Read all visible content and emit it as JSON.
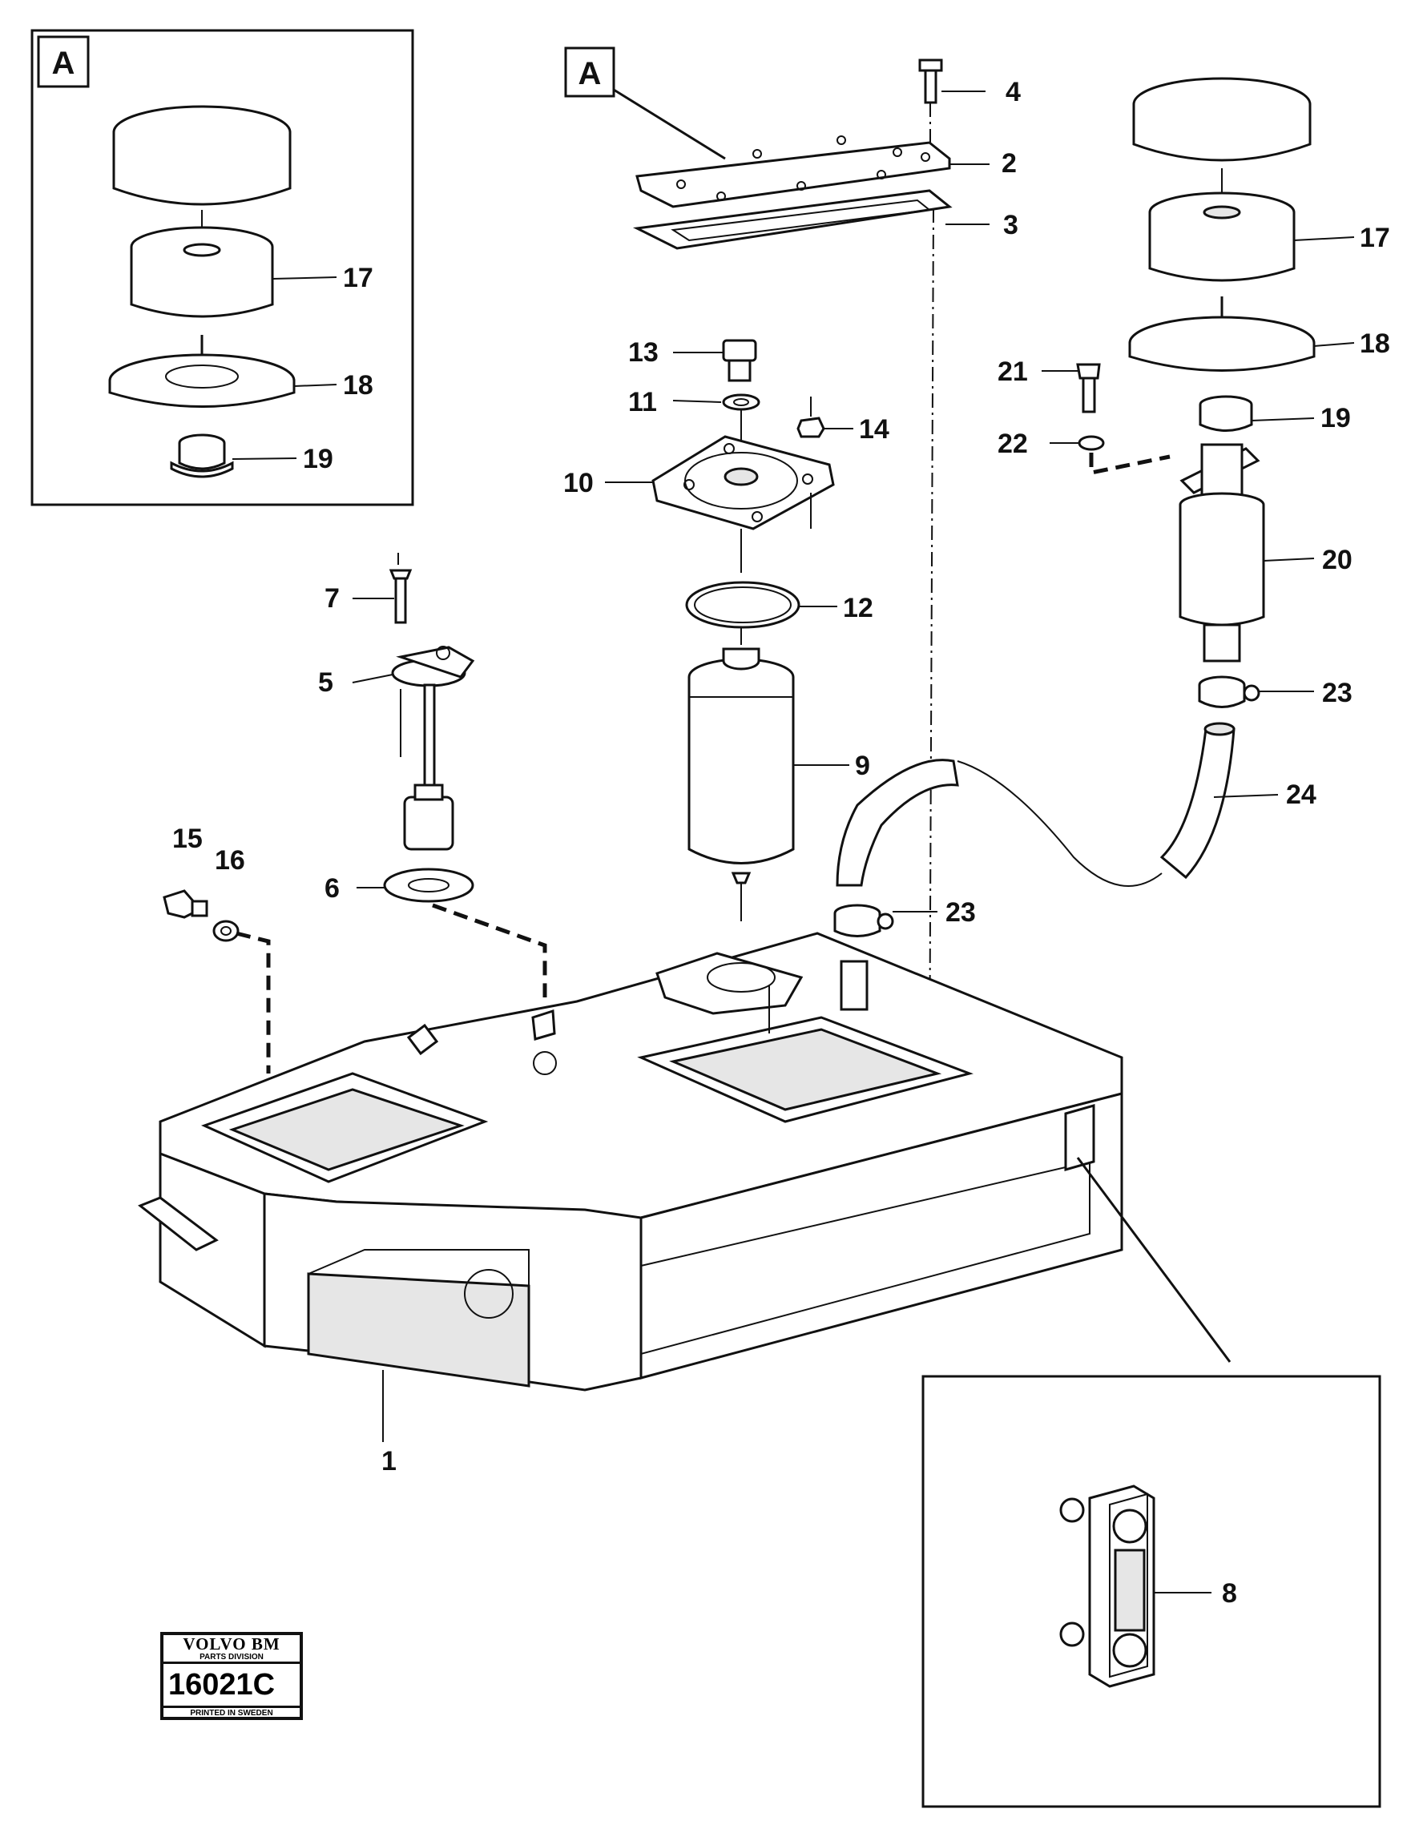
{
  "inset_letter_left": "A",
  "inset_letter_main": "A",
  "inset_labels": {
    "l17": "17",
    "l18": "18",
    "l19": "19"
  },
  "labels": {
    "l1": "1",
    "l2": "2",
    "l3": "3",
    "l4": "4",
    "l5": "5",
    "l6": "6",
    "l7": "7",
    "l8": "8",
    "l9": "9",
    "l10": "10",
    "l11": "11",
    "l12": "12",
    "l13": "13",
    "l14": "14",
    "l15": "15",
    "l16": "16",
    "l17": "17",
    "l18": "18",
    "l19": "19",
    "l20": "20",
    "l21": "21",
    "l22": "22",
    "l23a": "23",
    "l23b": "23",
    "l24": "24"
  },
  "stamp": {
    "brand": "VOLVO BM",
    "division": "PARTS DIVISION",
    "number": "16021C",
    "printed": "PRINTED IN SWEDEN"
  }
}
